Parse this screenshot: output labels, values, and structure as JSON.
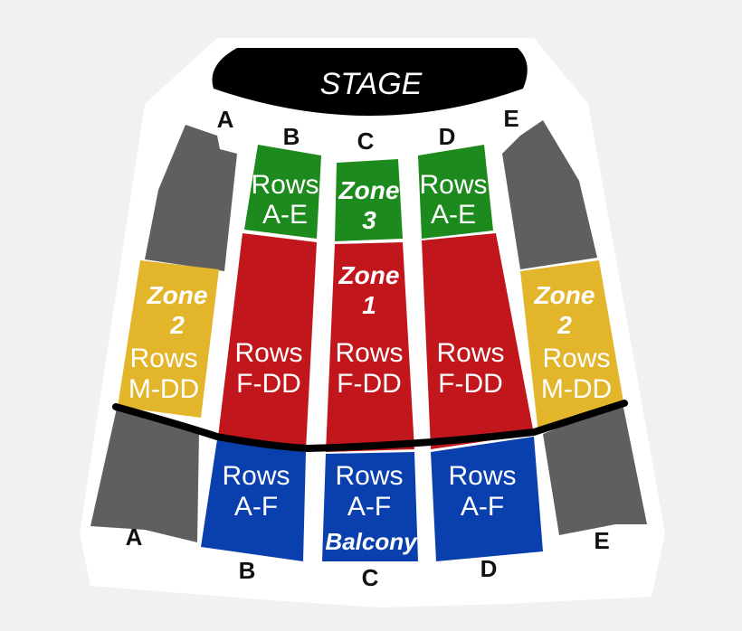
{
  "stage": {
    "label": "STAGE"
  },
  "colors": {
    "background": "#f1f1f1",
    "venue_outline": "#ffffff",
    "stage": "#000000",
    "zone3": "#1d8a1d",
    "zone1": "#c0161c",
    "zone2": "#e2b52b",
    "balcony": "#0a3fae",
    "gray": "#5f5f5f",
    "divider": "#000000"
  },
  "top_letters": {
    "a": "A",
    "b": "B",
    "c": "C",
    "d": "D",
    "e": "E"
  },
  "bottom_letters": {
    "a": "A",
    "b": "B",
    "c": "C",
    "d": "D",
    "e": "E"
  },
  "zone3": {
    "left": {
      "line1": "Rows",
      "line2": "A-E"
    },
    "center": {
      "line1": "Zone",
      "line2": "3"
    },
    "right": {
      "line1": "Rows",
      "line2": "A-E"
    }
  },
  "zone1": {
    "left": {
      "line1": "Rows",
      "line2": "F-DD"
    },
    "center": {
      "zone1": "Zone",
      "zone2": "1",
      "line1": "Rows",
      "line2": "F-DD"
    },
    "right": {
      "line1": "Rows",
      "line2": "F-DD"
    }
  },
  "zone2": {
    "left": {
      "zone1": "Zone",
      "zone2": "2",
      "line1": "Rows",
      "line2": "M-DD"
    },
    "right": {
      "zone1": "Zone",
      "zone2": "2",
      "line1": "Rows",
      "line2": "M-DD"
    }
  },
  "balcony": {
    "left": {
      "line1": "Rows",
      "line2": "A-F"
    },
    "center": {
      "line1": "Rows",
      "line2": "A-F",
      "label": "Balcony"
    },
    "right": {
      "line1": "Rows",
      "line2": "A-F"
    }
  }
}
